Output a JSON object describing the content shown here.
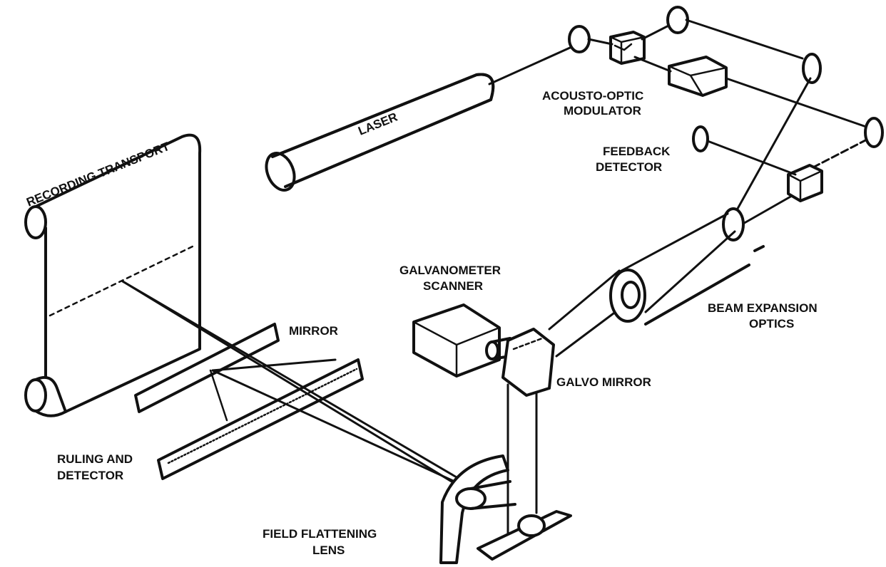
{
  "colors": {
    "ink": "#111111",
    "paper": "#ffffff"
  },
  "labels": {
    "laser": "LASER",
    "recording_transport": "RECORDING TRANSPORT",
    "aom_line1": "ACOUSTO-OPTIC",
    "aom_line2": "MODULATOR",
    "feedback_line1": "FEEDBACK",
    "feedback_line2": "DETECTOR",
    "galv_scanner_line1": "GALVANOMETER",
    "galv_scanner_line2": "SCANNER",
    "beam_exp_line1": "BEAM EXPANSION",
    "beam_exp_line2": "OPTICS",
    "mirror": "MIRROR",
    "galvo_mirror": "GALVO MIRROR",
    "ruling_line1": "RULING AND",
    "ruling_line2": "DETECTOR",
    "field_line1": "FIELD FLATTENING",
    "field_line2": "LENS"
  }
}
